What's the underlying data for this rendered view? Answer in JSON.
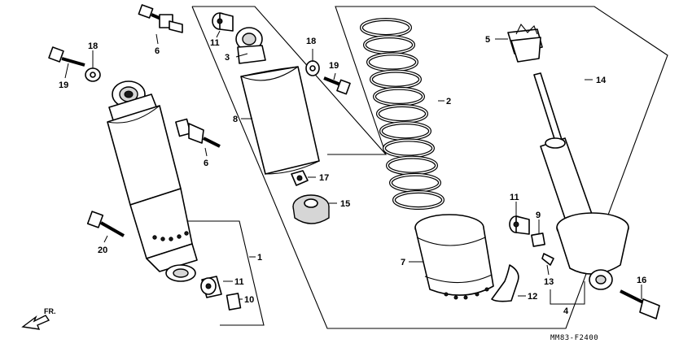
{
  "diagram": {
    "callouts": [
      {
        "id": "c6a",
        "text": "6"
      },
      {
        "id": "c18a",
        "text": "18"
      },
      {
        "id": "c19a",
        "text": "19"
      },
      {
        "id": "c6b",
        "text": "6"
      },
      {
        "id": "c20",
        "text": "20"
      },
      {
        "id": "c1",
        "text": "1"
      },
      {
        "id": "c11a",
        "text": "11"
      },
      {
        "id": "c10",
        "text": "10"
      },
      {
        "id": "c11b",
        "text": "11"
      },
      {
        "id": "c3",
        "text": "3"
      },
      {
        "id": "c8",
        "text": "8"
      },
      {
        "id": "c18b",
        "text": "18"
      },
      {
        "id": "c19b",
        "text": "19"
      },
      {
        "id": "c17",
        "text": "17"
      },
      {
        "id": "c15",
        "text": "15"
      },
      {
        "id": "c2",
        "text": "2"
      },
      {
        "id": "c7",
        "text": "7"
      },
      {
        "id": "c5",
        "text": "5"
      },
      {
        "id": "c14",
        "text": "14"
      },
      {
        "id": "c11c",
        "text": "11"
      },
      {
        "id": "c9",
        "text": "9"
      },
      {
        "id": "c12",
        "text": "12"
      },
      {
        "id": "c13",
        "text": "13"
      },
      {
        "id": "c4",
        "text": "4"
      },
      {
        "id": "c16",
        "text": "16"
      }
    ],
    "direction_label": "FR.",
    "figure_code": "MM83-F2400"
  }
}
